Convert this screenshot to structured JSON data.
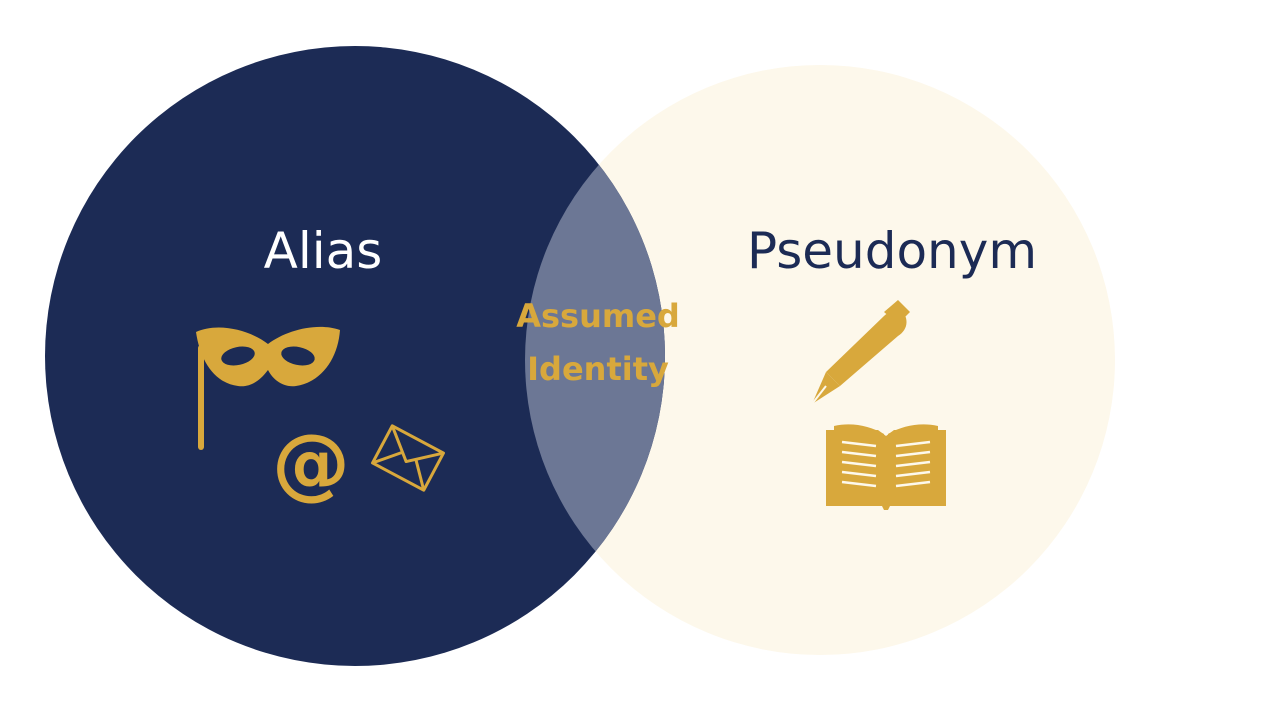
{
  "diagram": {
    "type": "venn",
    "colors": {
      "background": "#ffffff",
      "left_circle": "#1c2b55",
      "right_circle": "#fdf8eb",
      "overlap": "#6c7795",
      "accent_gold": "#d8a83c",
      "left_label": "#ffffff",
      "right_label": "#1c2b55"
    },
    "left": {
      "label": "Alias",
      "icons": [
        "masquerade-mask-icon",
        "at-sign-icon",
        "envelope-icon"
      ]
    },
    "right": {
      "label": "Pseudonym",
      "icons": [
        "fountain-pen-icon",
        "open-book-icon"
      ]
    },
    "overlap": {
      "line1": "Assumed",
      "line2": "Identity"
    },
    "at_symbol": "@"
  }
}
